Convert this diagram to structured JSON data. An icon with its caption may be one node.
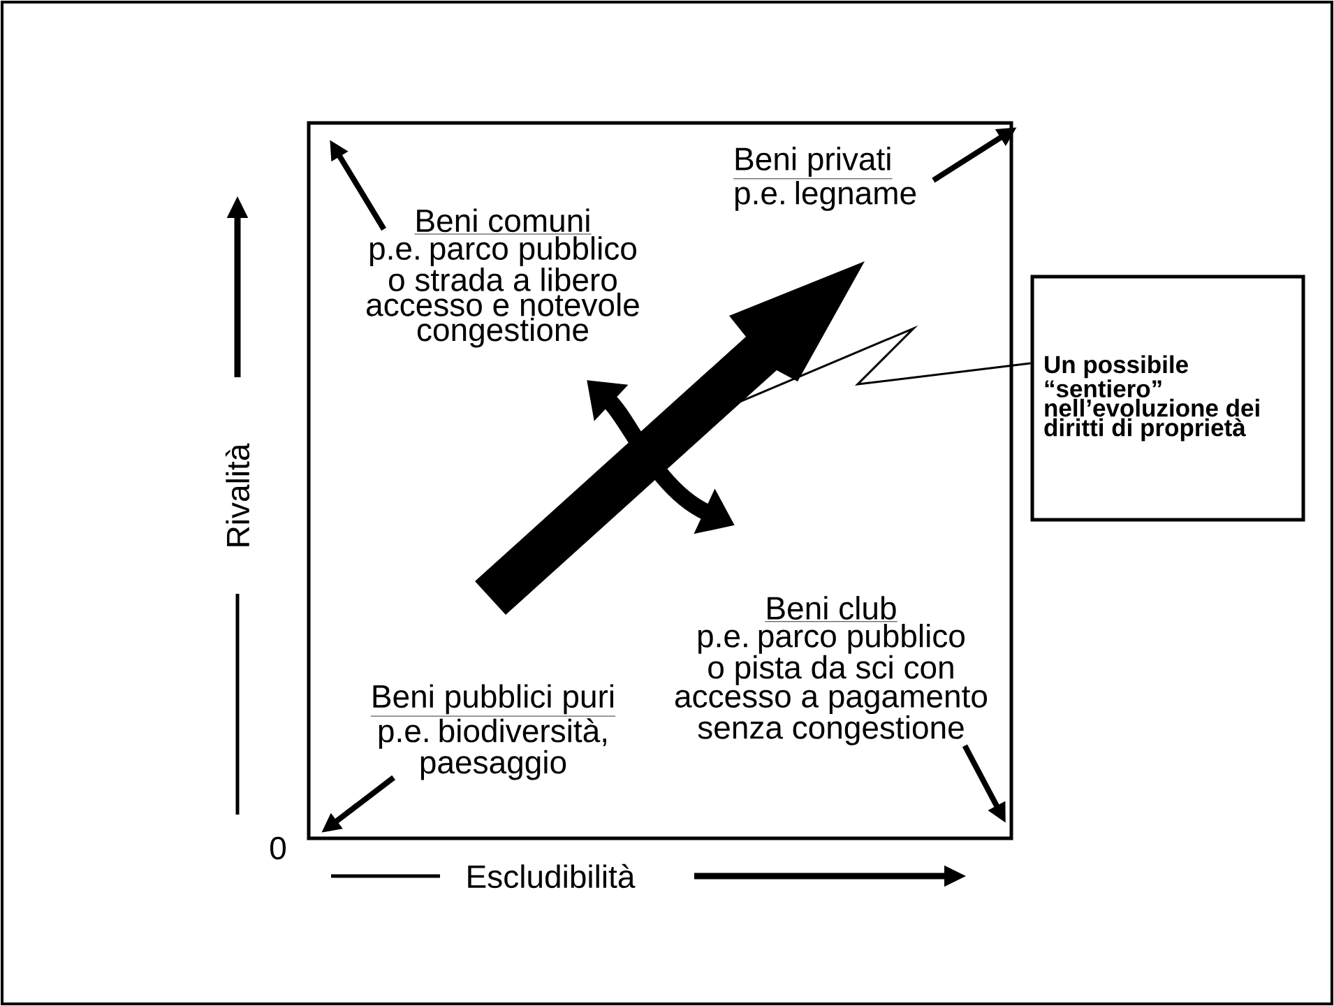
{
  "diagram": {
    "nodes": [
      {
        "text": [],
        "shape": "box"
      },
      {
        "text": [
          "Beni comuni",
          "p.e. parco pubblico o strada a libero accesso e notevole congestione"
        ],
        "in": 0
      },
      {
        "text": [
          "Beni privati",
          "p.e. legname"
        ],
        "in": 0
      },
      {
        "text": [],
        "shape": "arrow",
        "in": 0
      },
      {
        "text": [
          "Beni club",
          "p.e. parco pubblico o pista da sci con accesso a pagamento senza congestione"
        ],
        "in": 0
      },
      {
        "text": [
          "Beni pubblici puri",
          "p.e. biodiversità, paesaggio"
        ],
        "in": 0
      },
      {
        "text": [
          "Un possibile “sentiero” nell’evoluzione dei diritti di proprietà"
        ]
      }
    ],
    "edges": [
      {
        "from": 1,
        "to": null,
        "arrow": "to"
      },
      {
        "from": 2,
        "to": null,
        "arrow": "to"
      },
      {
        "from": 4,
        "to": null,
        "arrow": "to"
      },
      {
        "from": 5,
        "to": null,
        "arrow": "to"
      },
      {
        "from": 6,
        "to": 3,
        "arrow": "none"
      }
    ],
    "labels": [
      "Rivalità",
      "0",
      "Escludibilità"
    ]
  }
}
